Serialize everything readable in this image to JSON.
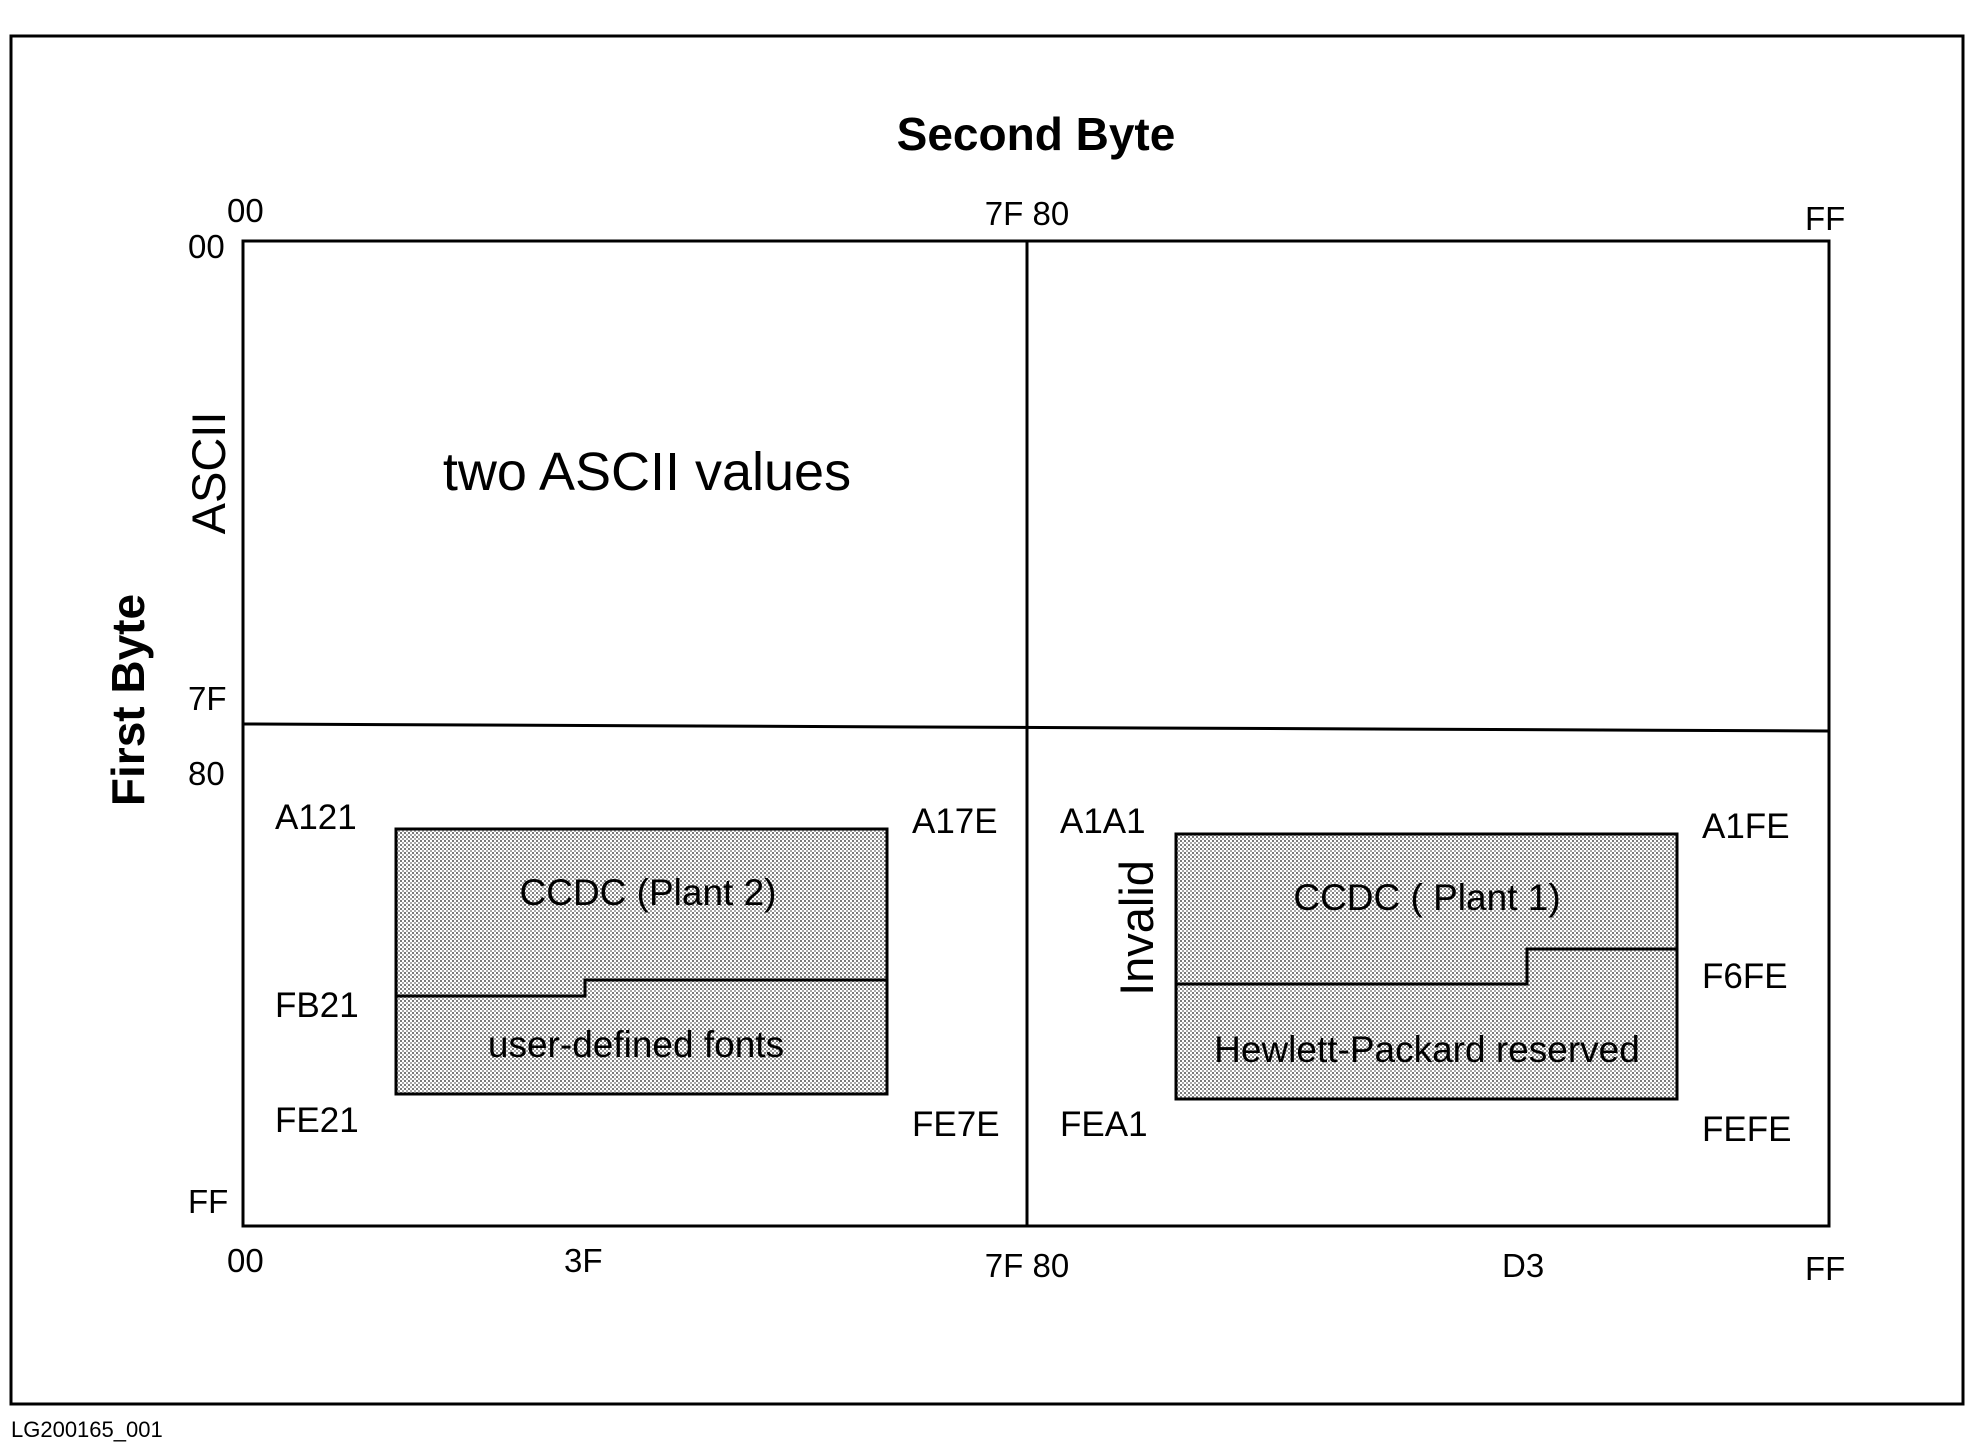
{
  "diagram": {
    "x_axis_title": "Second Byte",
    "y_axis_title": "First Byte",
    "top_ticks": {
      "start": "00",
      "mid": "7F 80",
      "end": "FF"
    },
    "bottom_ticks": {
      "start": "00",
      "q": "3F",
      "mid": "7F 80",
      "d3": "D3",
      "end": "FF"
    },
    "left_ticks": {
      "start": "00",
      "t7f": "7F",
      "t80": "80",
      "end": "FF"
    },
    "ascii_side_label": "ASCII",
    "ascii_region_label": "two ASCII values",
    "invalid_label": "Invalid",
    "left_block": {
      "corner_top_left": "A121",
      "corner_top_right": "A17E",
      "split_label": "FB21",
      "corner_bottom_left": "FE21",
      "corner_bottom_right": "FE7E",
      "upper_region": "CCDC (Plant 2)",
      "lower_region": "user-defined fonts"
    },
    "right_block": {
      "corner_top_left": "A1A1",
      "corner_top_right": "A1FE",
      "split_label": "F6FE",
      "corner_bottom_left": "FEA1",
      "corner_bottom_right": "FEFE",
      "upper_region": "CCDC ( Plant 1)",
      "lower_region": "Hewlett-Packard reserved"
    },
    "figure_id": "LG200165_001"
  }
}
